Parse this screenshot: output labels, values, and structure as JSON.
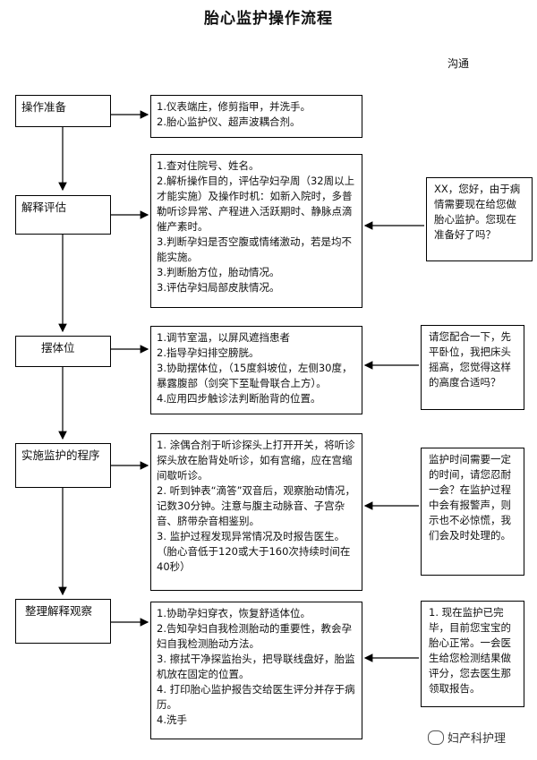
{
  "title": "胎心监护操作流程",
  "communication_label": "沟通",
  "steps": [
    {
      "label": "操作准备"
    },
    {
      "label": "解释评估"
    },
    {
      "label": "摆体位"
    },
    {
      "label": "实施监护的程序"
    },
    {
      "label": "整理解释观察"
    }
  ],
  "details": [
    {
      "lines": [
        "1.仪表端庄，修剪指甲，并洗手。",
        "2.胎心监护仪、超声波耦合剂。"
      ]
    },
    {
      "lines": [
        "1.查对住院号、姓名。",
        "2.解析操作目的，评估孕妇孕周（32周以上才能实施）及操作时机：如新入院时，多普勒听诊异常、产程进入活跃期时、静脉点滴催产素时。",
        "3.判断孕妇是否空腹或情绪激动，若是均不能实施。",
        "3.判断胎方位，胎动情况。",
        "3.评估孕妇局部皮肤情况。"
      ]
    },
    {
      "lines": [
        "1.调节室温，以屏风遮挡患者",
        "2.指导孕妇排空膀胱。",
        "3.协助摆体位，（15度斜坡位，左侧30度，暴露腹部（剑突下至耻骨联合上方）。",
        "4.应用四步触诊法判断胎背的位置。"
      ]
    },
    {
      "lines": [
        "1. 涂偶合剂于听诊探头上打开开关，将听诊探头放在胎背处听诊，如有宫缩，应在宫缩间歇听诊。",
        "2. 听到钟表“滴答”双音后，观察胎动情况，记数30分钟。注意与腹主动脉音、子宫杂音、脐带杂音相鉴别。",
        "3. 监护过程发现异常情况及时报告医生。（胎心音低于120或大于160次持续时间在40秒）"
      ]
    },
    {
      "lines": [
        "1.协助孕妇穿衣，恢复舒适体位。",
        "2.告知孕妇自我检测胎动的重要性，教会孕妇自我检测胎动方法。",
        "3. 擦拭干净探监抬头，把导联线盘好，胎监机放在固定的位置。",
        "4. 打印胎心监护报告交给医生评分并存于病历。",
        "4.洗手"
      ]
    }
  ],
  "dialogs": [
    {
      "text": "XX，您好，由于病情需要现在给您做胎心监护。您现在准备好了吗？"
    },
    {
      "text": "请您配合一下，先平卧位，我把床头摇高，您觉得这样的高度合适吗？"
    },
    {
      "text": "监护时间需要一定的时间，请您忍耐一会？在监护过程中会有报警声，则示也不必惊慌，我们会及时处理的。"
    },
    {
      "text": "1. 现在监护已完毕，目前您宝宝的胎心正常。一会医生给您检测结果做评分，您去医生那领取报告。"
    }
  ],
  "watermark": "妇产科护理"
}
